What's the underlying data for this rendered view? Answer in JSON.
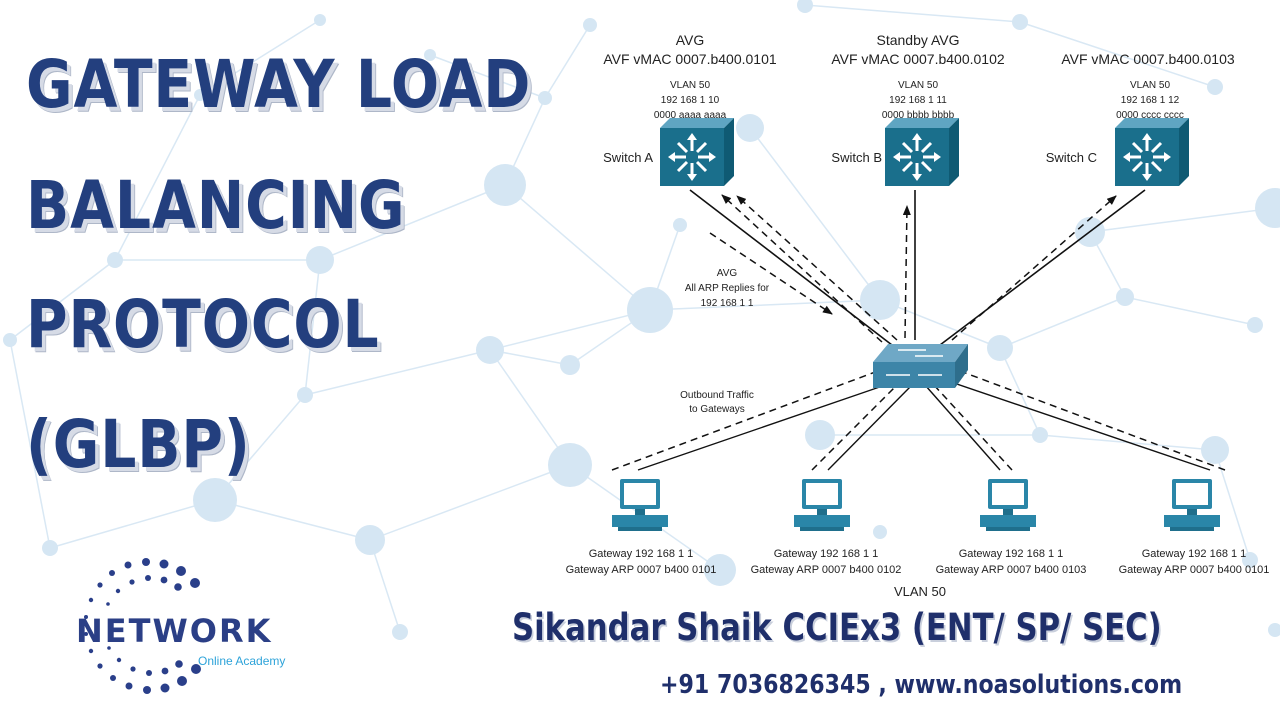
{
  "title": {
    "line1": "GATEWAY LOAD",
    "line2": "BALANCING",
    "line3": "PROTOCOL",
    "line4": "(GLBP)"
  },
  "switches": [
    {
      "role": "AVG",
      "vmac": "AVF vMAC 0007.b400.0101",
      "vlan": "VLAN 50",
      "ip": "192 168 1 10",
      "mac": "0000 aaaa aaaa",
      "name": "Switch A"
    },
    {
      "role": "Standby AVG",
      "vmac": "AVF vMAC 0007.b400.0102",
      "vlan": "VLAN 50",
      "ip": "192 168 1 11",
      "mac": "0000 bbbb bbbb",
      "name": "Switch B"
    },
    {
      "role": "",
      "vmac": "AVF vMAC 0007.b400.0103",
      "vlan": "VLAN 50",
      "ip": "192 168 1 12",
      "mac": "0000 cccc cccc",
      "name": "Switch C"
    }
  ],
  "avg_note": {
    "line1": "AVG",
    "line2": "All ARP Replies for",
    "line3": "192 168 1 1"
  },
  "outbound_note": {
    "line1": "Outbound Traffic",
    "line2": "to Gateways"
  },
  "hosts": [
    {
      "gateway": "Gateway  192 168 1 1",
      "arp": "Gateway ARP  0007 b400 0101"
    },
    {
      "gateway": "Gateway  192 168 1 1",
      "arp": "Gateway ARP  0007 b400 0102"
    },
    {
      "gateway": "Gateway  192 168 1 1",
      "arp": "Gateway ARP  0007 b400 0103"
    },
    {
      "gateway": "Gateway  192 168 1 1",
      "arp": "Gateway ARP  0007 b400 0101"
    }
  ],
  "vlan_label": "VLAN 50",
  "author": "Sikandar Shaik CCIEx3 (ENT/ SP/ SEC)",
  "contact": "+91 7036826345 , www.noasolutions.com",
  "logo": {
    "word": "NETWORK",
    "sub": "Online Academy"
  },
  "colors": {
    "title": "#233f7e",
    "author": "#1f2f6b",
    "switch": "#1a6f8c",
    "host": "#2a86a8",
    "logo_dots": "#2a3f8a",
    "logo_sub": "#2da3d9",
    "background_network": "#d5e6f3"
  },
  "icons": {
    "switch": "multilayer-switch-icon",
    "hub": "workgroup-switch-icon",
    "host": "desktop-pc-icon"
  }
}
